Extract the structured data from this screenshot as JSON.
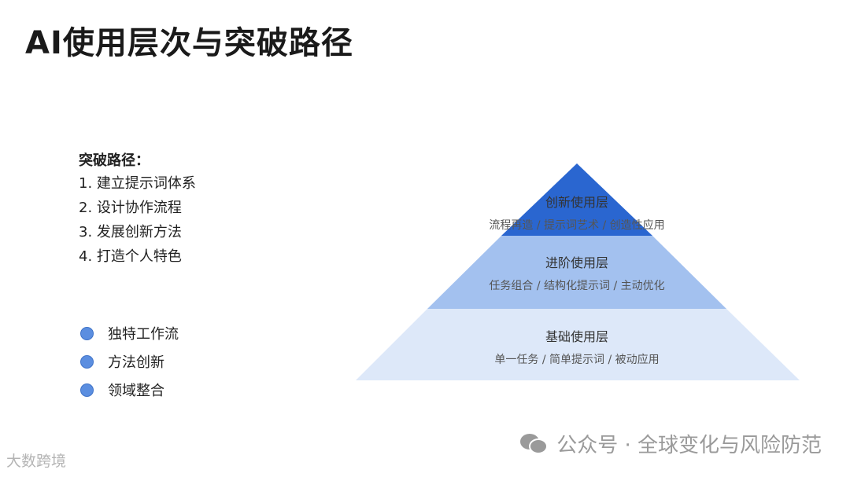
{
  "title": "AI使用层次与突破路径",
  "path": {
    "heading": "突破路径：",
    "items": [
      "1. 建立提示词体系",
      "2. 设计协作流程",
      "3. 发展创新方法",
      "4. 打造个人特色"
    ]
  },
  "features": [
    "独特工作流",
    "方法创新",
    "领域整合"
  ],
  "pyramid": {
    "layers": [
      {
        "name": "创新使用层",
        "desc": "流程再造 / 提示词艺术 / 创造性应用",
        "color": "#2a66d0"
      },
      {
        "name": "进阶使用层",
        "desc": "任务组合 / 结构化提示词 / 主动优化",
        "color": "#a3c1ef"
      },
      {
        "name": "基础使用层",
        "desc": "单一任务 / 简单提示词 / 被动应用",
        "color": "#dde8f9"
      }
    ]
  },
  "watermark": {
    "wechat": "公众号 · 全球变化与风险防范",
    "logo": "大数跨境",
    "wechat_icon": "wechat-icon"
  }
}
